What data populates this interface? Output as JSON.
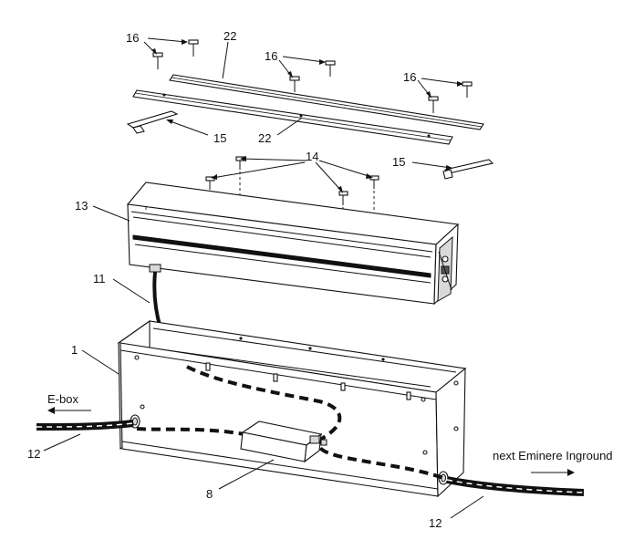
{
  "labels": {
    "screw_top_left": "16",
    "screw_top_mid": "16",
    "screw_top_right": "16",
    "rail_top": "22",
    "rail_bottom": "22",
    "bracket_left": "15",
    "bracket_right": "15",
    "screws_fixture": "14",
    "fixture_housing": "13",
    "cable": "11",
    "box": "1",
    "connector": "8",
    "cable_in": "12",
    "cable_out": "12"
  },
  "captions": {
    "ebox": "E-box",
    "next": "next Eminere Inground"
  }
}
